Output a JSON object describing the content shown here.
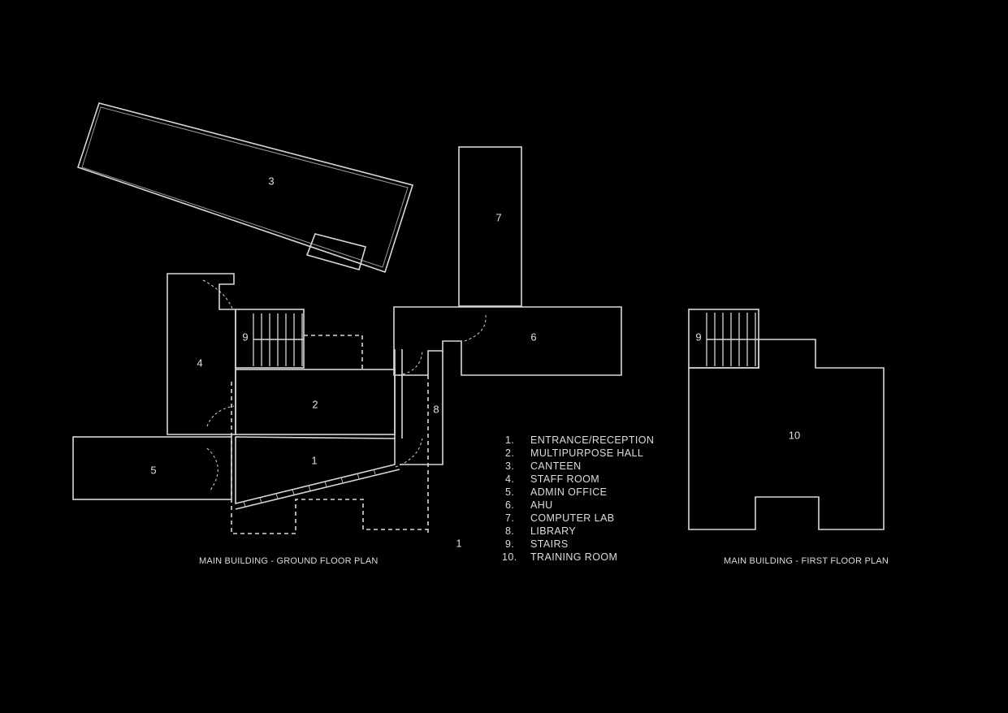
{
  "background_color": "#000000",
  "line_color": "#d8d8d8",
  "room_numbers": {
    "canteen": "3",
    "computer_lab": "7",
    "ahu": "6",
    "staff_room": "4",
    "stairs_ground": "9",
    "multipurpose_hall": "2",
    "library": "8",
    "admin_office": "5",
    "entrance_reception": "1",
    "stairs_first": "9",
    "training_room": "10"
  },
  "north_mark": "1",
  "legend": [
    {
      "num": "1.",
      "label": "ENTRANCE/RECEPTION"
    },
    {
      "num": "2.",
      "label": "MULTIPURPOSE HALL"
    },
    {
      "num": "3.",
      "label": "CANTEEN"
    },
    {
      "num": "4.",
      "label": "STAFF ROOM"
    },
    {
      "num": "5.",
      "label": "ADMIN OFFICE"
    },
    {
      "num": "6.",
      "label": "AHU"
    },
    {
      "num": "7.",
      "label": "COMPUTER LAB"
    },
    {
      "num": "8.",
      "label": "LIBRARY"
    },
    {
      "num": "9.",
      "label": "STAIRS"
    },
    {
      "num": "10.",
      "label": "TRAINING ROOM"
    }
  ],
  "captions": {
    "ground_floor": "MAIN BUILDING - GROUND FLOOR PLAN",
    "first_floor": "MAIN BUILDING - FIRST FLOOR PLAN"
  }
}
